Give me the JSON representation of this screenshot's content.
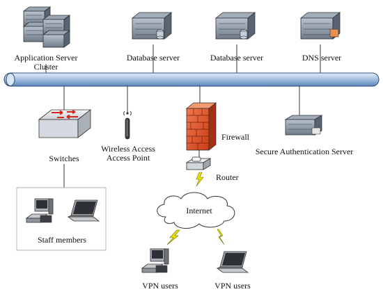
{
  "nodes": {
    "app_server": {
      "label_line1": "Application Server",
      "label_line2": "Cluster",
      "icon": "server-cluster-icon"
    },
    "db_server_1": {
      "label": "Database server",
      "icon": "database-server-icon"
    },
    "db_server_2": {
      "label": "Database server",
      "icon": "database-server-icon"
    },
    "dns_server": {
      "label": "DNS server",
      "icon": "dns-server-icon"
    },
    "switches": {
      "label": "Switches",
      "icon": "switch-icon"
    },
    "wireless_ap": {
      "label_line1": "Wireless Access",
      "label_line2": "Access Point",
      "icon": "antenna-icon"
    },
    "firewall": {
      "label": "Firewall",
      "icon": "firewall-icon"
    },
    "secure_auth": {
      "label": "Secure Authentication Server",
      "icon": "auth-server-icon"
    },
    "router": {
      "label": "Router",
      "icon": "router-icon"
    },
    "internet": {
      "label": "Internet",
      "icon": "cloud-icon"
    },
    "staff": {
      "label": "Staff members",
      "icon": "workstation-icon"
    },
    "vpn_users_1": {
      "label": "VPN users",
      "icon": "desktop-icon"
    },
    "vpn_users_2": {
      "label": "VPN users",
      "icon": "laptop-icon"
    }
  },
  "colors": {
    "backbone_fill": "#5b86b8",
    "backbone_light": "#b5cce6",
    "firewall_red": "#e0522b",
    "lightning_yellow": "#e8e500",
    "server_gray": "#8c97a6",
    "cloud_stroke": "#333333"
  }
}
